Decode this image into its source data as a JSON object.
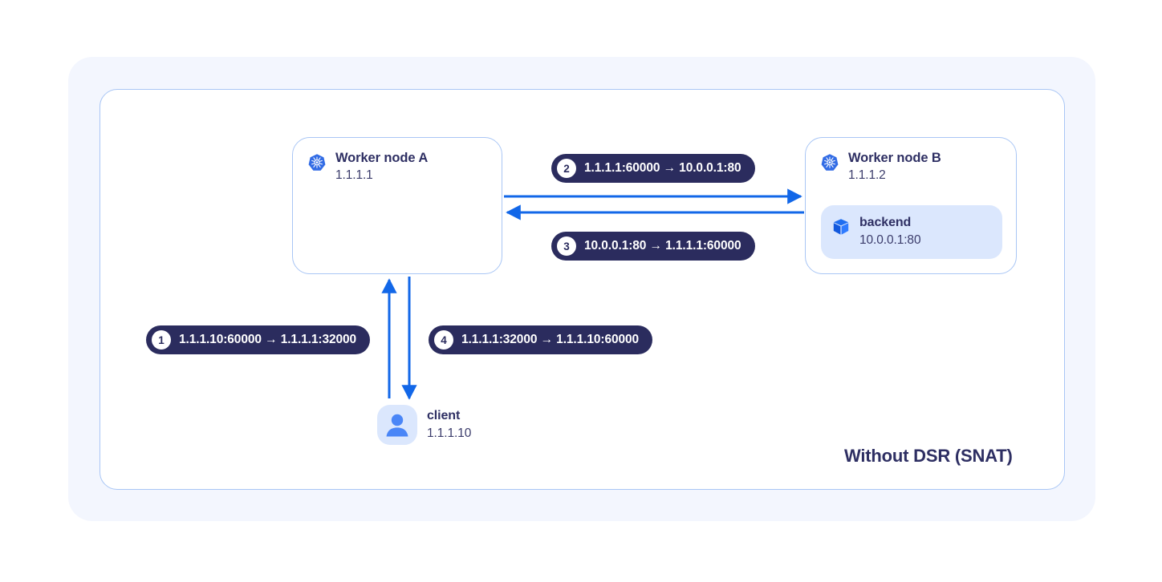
{
  "diagram": {
    "caption": "Without DSR (SNAT)",
    "colors": {
      "outer_panel_bg": "#f3f6fe",
      "inner_panel_bg": "#ffffff",
      "panel_border": "#a9c6f5",
      "pill_bg": "#2b2c5e",
      "pill_text": "#ffffff",
      "arrow": "#1267e8",
      "accent_blue": "#326ce5",
      "pod_bg": "#dbe7fd",
      "title_text": "#2e2f63"
    }
  },
  "nodes": {
    "worker_a": {
      "icon": "kubernetes-icon",
      "title": "Worker node A",
      "address": "1.1.1.1"
    },
    "worker_b": {
      "icon": "kubernetes-icon",
      "title": "Worker node B",
      "address": "1.1.1.2",
      "pod": {
        "icon": "cube-icon",
        "title": "backend",
        "address": "10.0.0.1:80"
      }
    },
    "client": {
      "icon": "user-icon",
      "title": "client",
      "address": "1.1.1.10"
    }
  },
  "steps": [
    {
      "number": "1",
      "label": "1.1.1.10:60000 → 1.1.1.1:32000"
    },
    {
      "number": "2",
      "label": "1.1.1.1:60000 → 10.0.0.1:80"
    },
    {
      "number": "3",
      "label": "10.0.0.1:80 → 1.1.1.1:60000"
    },
    {
      "number": "4",
      "label": "1.1.1.1:32000 → 1.1.1.10:60000"
    }
  ],
  "arrows": [
    {
      "name": "client-to-worker-a",
      "direction": "up"
    },
    {
      "name": "worker-a-to-client",
      "direction": "down"
    },
    {
      "name": "worker-a-to-worker-b",
      "direction": "right"
    },
    {
      "name": "worker-b-to-worker-a",
      "direction": "left"
    }
  ]
}
